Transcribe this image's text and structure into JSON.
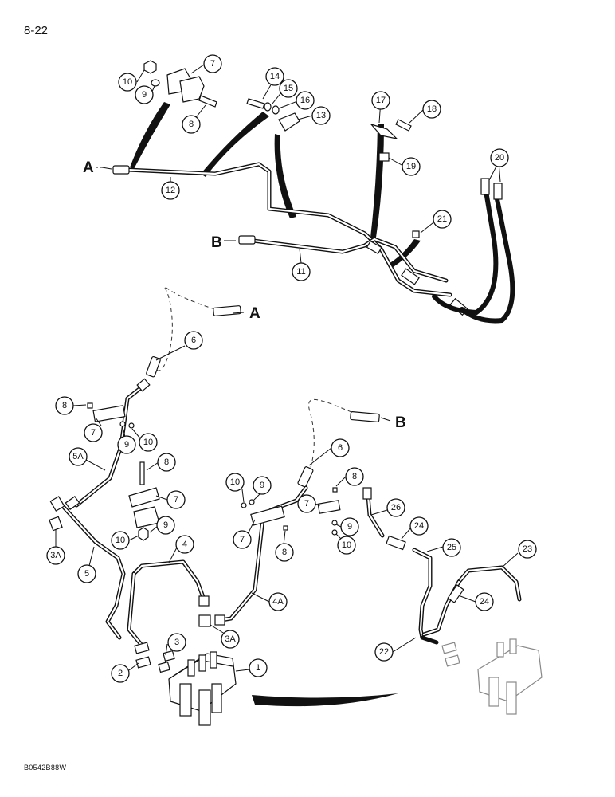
{
  "page": {
    "number": "8-22",
    "figure_code": "B0542B88W"
  },
  "connection_letters": [
    "A",
    "B",
    "A",
    "B"
  ],
  "callouts": [
    "10",
    "9",
    "7",
    "8",
    "14",
    "15",
    "16",
    "13",
    "17",
    "18",
    "19",
    "20",
    "21",
    "12",
    "11",
    "6",
    "8",
    "7",
    "9",
    "10",
    "5A",
    "8",
    "7",
    "9",
    "10",
    "3A",
    "5",
    "4",
    "3",
    "2",
    "1",
    "3A",
    "10",
    "9",
    "7",
    "8",
    "4A",
    "6",
    "8",
    "7",
    "9",
    "10",
    "26",
    "24",
    "25",
    "23",
    "24",
    "22"
  ]
}
